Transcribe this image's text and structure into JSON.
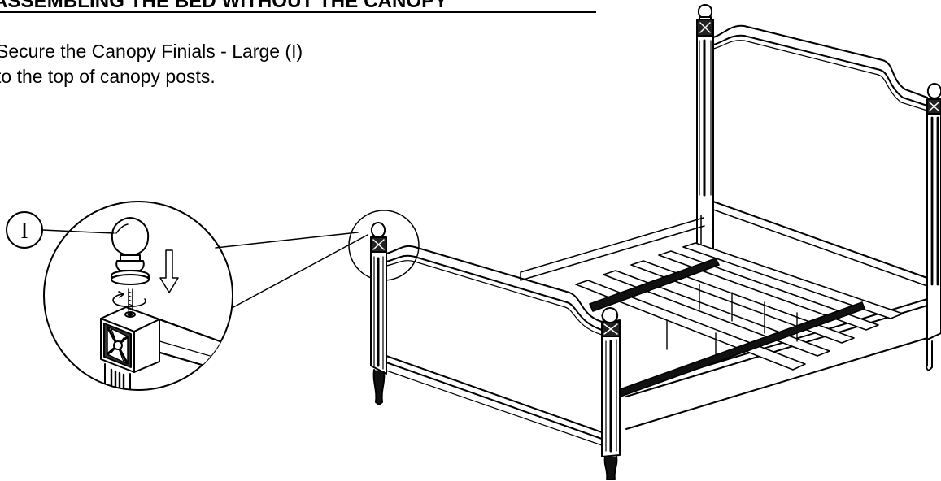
{
  "section": {
    "heading": "ASSEMBLING THE BED WITHOUT THE CANOPY"
  },
  "step": {
    "line1": "Secure the Canopy Finials - Large (I)",
    "line2": "to the top of canopy posts."
  },
  "callout": {
    "part_letter": "I"
  }
}
